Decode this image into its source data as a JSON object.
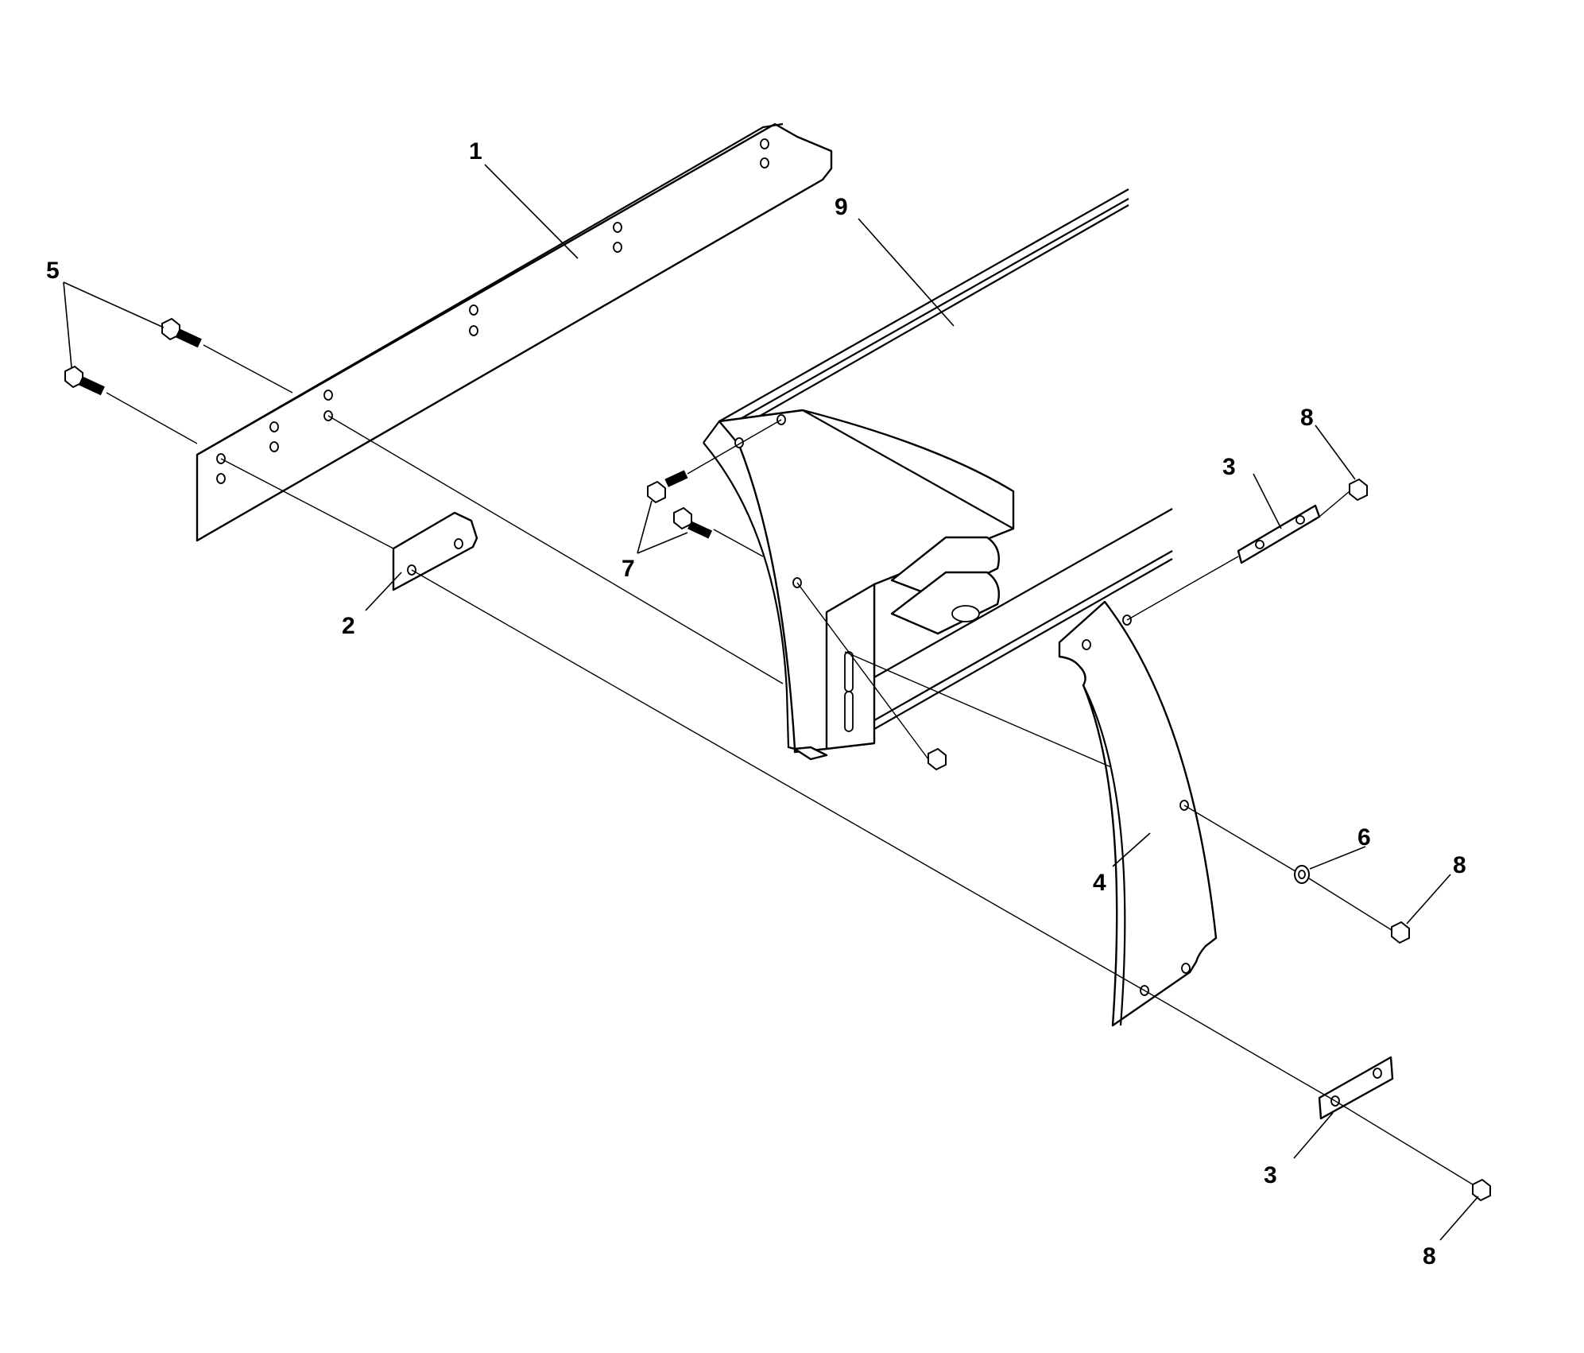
{
  "callouts": {
    "c1": "1",
    "c2": "2",
    "c3a": "3",
    "c3b": "3",
    "c4": "4",
    "c5": "5",
    "c6": "6",
    "c7": "7",
    "c8a": "8",
    "c8b": "8",
    "c8c": "8",
    "c9": "9"
  },
  "colors": {
    "ink": "#000000",
    "paper": "#ffffff"
  }
}
